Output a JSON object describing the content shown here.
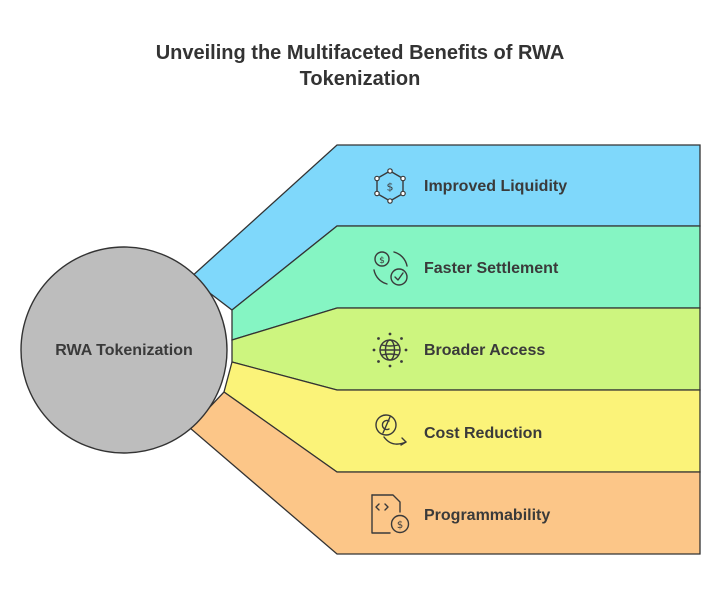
{
  "title": {
    "line1": "Unveiling the Multifaceted Benefits of RWA",
    "line2": "Tokenization"
  },
  "center": {
    "label": "RWA Tokenization",
    "color": "#bdbdbd"
  },
  "benefits": [
    {
      "label": "Improved Liquidity",
      "icon": "dollar-hexagon-icon",
      "color": "#7fd8fb"
    },
    {
      "label": "Faster Settlement",
      "icon": "dollar-check-cycle-icon",
      "color": "#85f5c3"
    },
    {
      "label": "Broader Access",
      "icon": "globe-icon",
      "color": "#cdf57f"
    },
    {
      "label": "Cost Reduction",
      "icon": "cent-down-arrow-icon",
      "color": "#fbf379"
    },
    {
      "label": "Programmability",
      "icon": "code-file-dollar-icon",
      "color": "#fcc688"
    }
  ]
}
